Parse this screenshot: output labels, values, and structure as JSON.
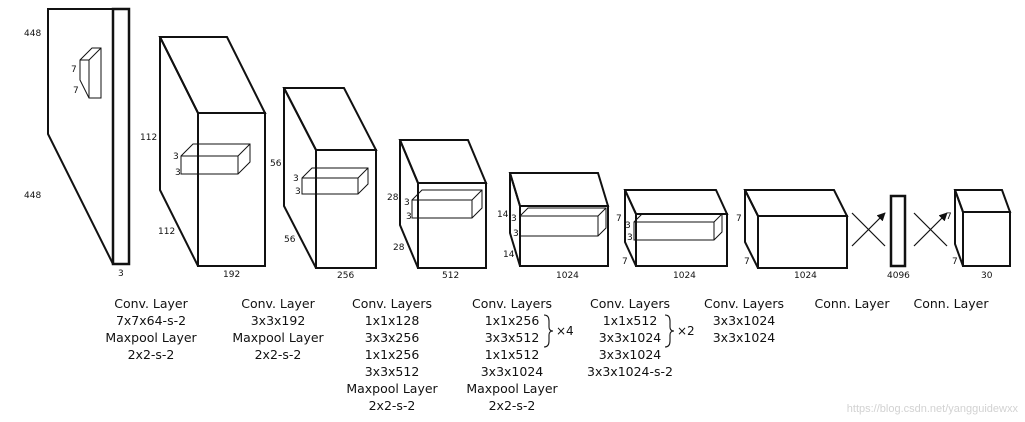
{
  "diagram": {
    "blocks": {
      "b1": {
        "h": "448",
        "w": "448",
        "d": "3",
        "kernel_a": "7",
        "kernel_b": "7"
      },
      "b2": {
        "h": "112",
        "w": "112",
        "d": "192",
        "kernel_a": "3",
        "kernel_b": "3"
      },
      "b3": {
        "h": "56",
        "w": "56",
        "d": "256",
        "kernel_a": "3",
        "kernel_b": "3"
      },
      "b4": {
        "h": "28",
        "w": "28",
        "d": "512",
        "kernel_a": "3",
        "kernel_b": "3"
      },
      "b5": {
        "h": "14",
        "w": "14",
        "d": "1024",
        "kernel_a": "3",
        "kernel_b": "3"
      },
      "b6": {
        "h": "7",
        "w": "7",
        "d": "1024",
        "kernel_a": "3",
        "kernel_b": "3"
      },
      "b7": {
        "h": "7",
        "w": "7",
        "d": "1024"
      },
      "b8": {
        "d": "4096"
      },
      "b9": {
        "h": "7",
        "w": "7",
        "d": "30"
      }
    },
    "captions": {
      "c1": [
        "Conv. Layer",
        "7x7x64-s-2",
        "Maxpool Layer",
        "2x2-s-2"
      ],
      "c2": [
        "Conv. Layer",
        "3x3x192",
        "Maxpool Layer",
        "2x2-s-2"
      ],
      "c3": [
        "Conv. Layers",
        "1x1x128",
        "3x3x256",
        "1x1x256",
        "3x3x512",
        "Maxpool Layer",
        "2x2-s-2"
      ],
      "c4": [
        "Conv. Layers",
        "1x1x256",
        "3x3x512",
        "1x1x512",
        "3x3x1024",
        "Maxpool Layer",
        "2x2-s-2"
      ],
      "c5": [
        "Conv. Layers",
        "1x1x512",
        "3x3x1024",
        "3x3x1024",
        "3x3x1024-s-2"
      ],
      "c6": [
        "Conv. Layers",
        "3x3x1024",
        "3x3x1024"
      ],
      "c7": [
        "Conn. Layer"
      ],
      "c8": [
        "Conn. Layer"
      ]
    },
    "multipliers": {
      "c4": "×4",
      "c5": "×2"
    },
    "watermark": "https://blog.csdn.net/yangguidewxx"
  }
}
